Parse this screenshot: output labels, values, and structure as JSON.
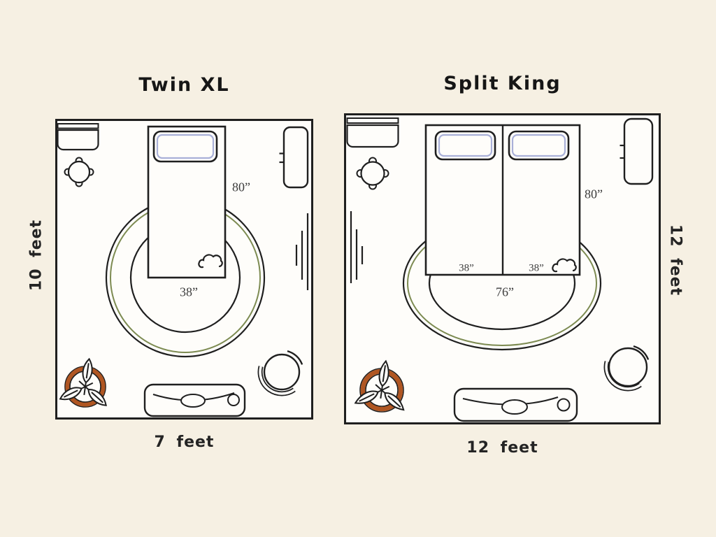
{
  "colors": {
    "background": "#f6f0e3",
    "room_fill": "#fefdfa",
    "outline": "#1f1f1f",
    "pillow_accent": "#a9b0d8",
    "rug_accent": "#7d8b52",
    "planter_orange": "#b05622",
    "dimension_text": "#3c3c3c",
    "label_text": "#242424"
  },
  "panels": [
    {
      "title": "Twin XL",
      "room_width_label": "7 feet",
      "room_height_label": "10 feet",
      "mattress_length_label": "80”",
      "mattress_width_label": "38”"
    },
    {
      "title": "Split King",
      "room_width_label": "12 feet",
      "room_height_label": "12 feet",
      "mattress_length_label": "80”",
      "left_mattress_width_label": "38”",
      "right_mattress_width_label": "38”",
      "combined_width_label": "76”"
    }
  ]
}
